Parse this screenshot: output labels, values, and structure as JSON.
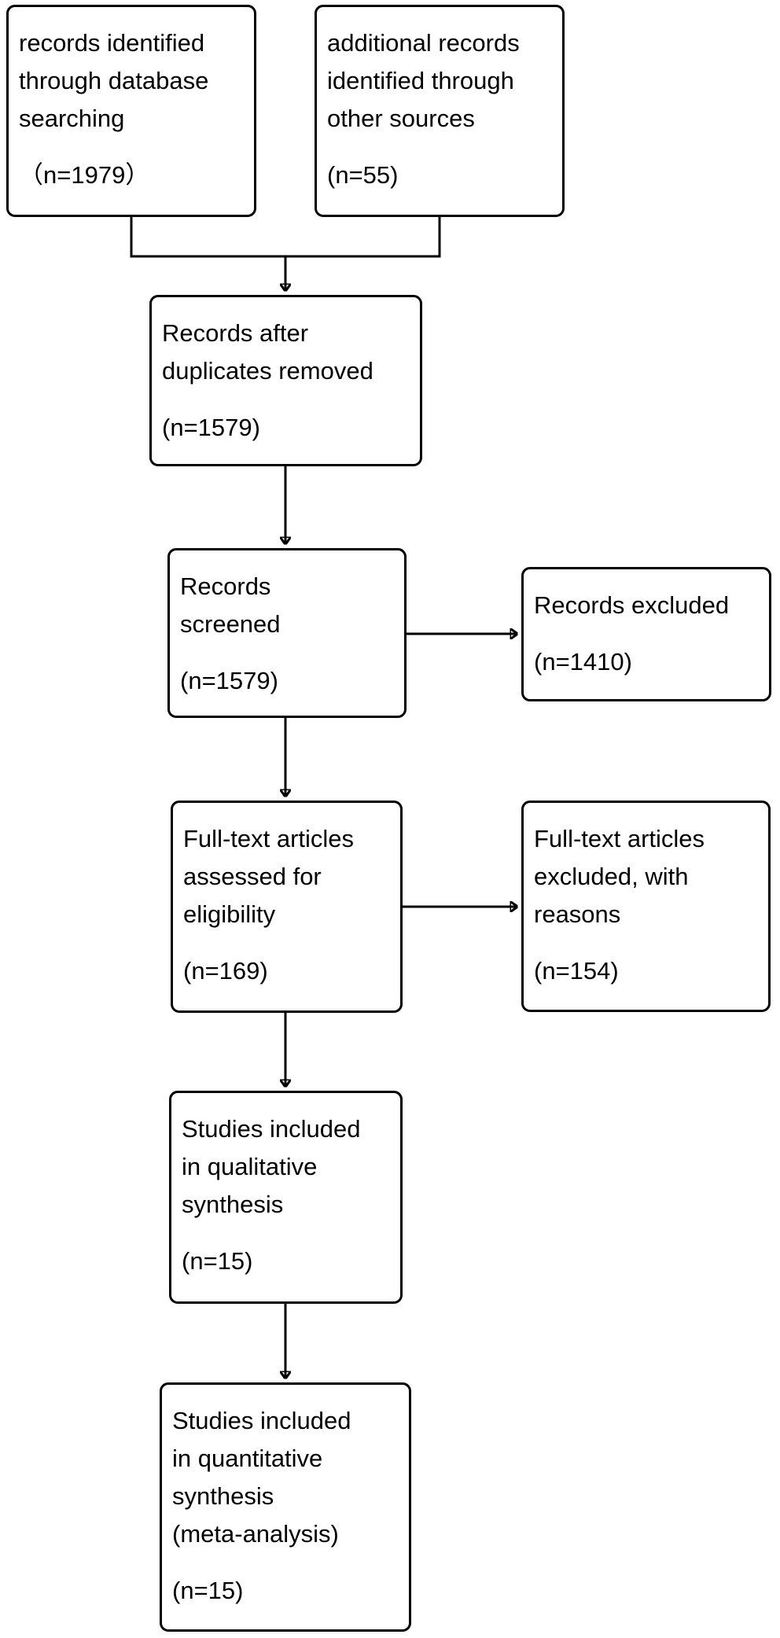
{
  "diagram_type": "prisma-flow-diagram",
  "colors": {
    "background": "#ffffff",
    "box_border": "#000000",
    "box_fill": "#ffffff",
    "text": "#000000",
    "connector": "#000000"
  },
  "boxes": [
    {
      "name": "records-identified-database",
      "label": "records identified\nthrough database\nsearching",
      "count": "（n=1979）"
    },
    {
      "name": "additional-records-other-sources",
      "label": "additional records\nidentified through\nother sources",
      "count": "(n=55)"
    },
    {
      "name": "records-after-duplicates",
      "label": "Records after\nduplicates removed",
      "count": "(n=1579)"
    },
    {
      "name": "records-screened",
      "label": "Records\nscreened",
      "count": "(n=1579)"
    },
    {
      "name": "records-excluded",
      "label": "Records excluded",
      "count": "(n=1410)"
    },
    {
      "name": "fulltext-assessed",
      "label": "Full-text articles\nassessed for\neligibility",
      "count": "(n=169)"
    },
    {
      "name": "fulltext-excluded",
      "label": "Full-text articles\nexcluded, with\nreasons",
      "count": "(n=154)"
    },
    {
      "name": "qualitative-synthesis",
      "label": "Studies included\nin qualitative\nsynthesis",
      "count": "(n=15)"
    },
    {
      "name": "quantitative-synthesis",
      "label": "Studies included\nin quantitative\nsynthesis\n(meta-analysis)",
      "count": "(n=15)"
    }
  ],
  "edges": [
    {
      "from": "records-identified-database",
      "to": "records-after-duplicates"
    },
    {
      "from": "additional-records-other-sources",
      "to": "records-after-duplicates"
    },
    {
      "from": "records-after-duplicates",
      "to": "records-screened"
    },
    {
      "from": "records-screened",
      "to": "records-excluded"
    },
    {
      "from": "records-screened",
      "to": "fulltext-assessed"
    },
    {
      "from": "fulltext-assessed",
      "to": "fulltext-excluded"
    },
    {
      "from": "fulltext-assessed",
      "to": "qualitative-synthesis"
    },
    {
      "from": "qualitative-synthesis",
      "to": "quantitative-synthesis"
    }
  ]
}
